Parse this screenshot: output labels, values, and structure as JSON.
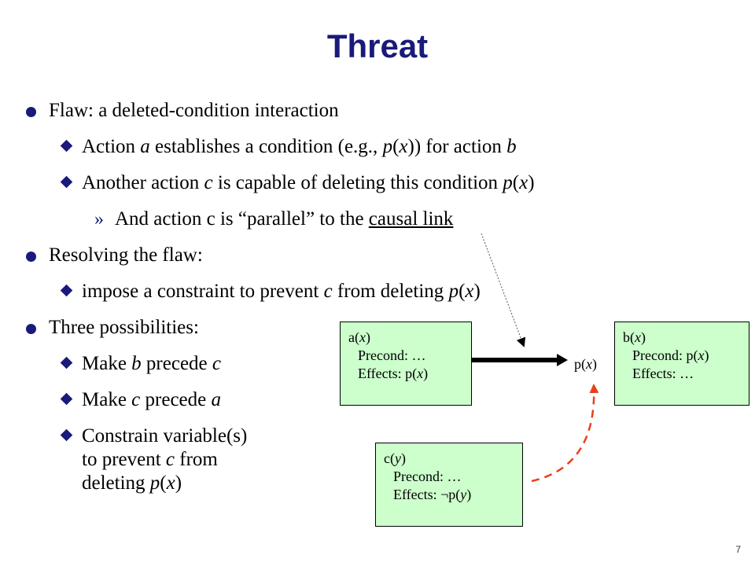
{
  "title": "Threat",
  "bullets": {
    "b1": "Flaw: a deleted-condition interaction",
    "b1a": {
      "pre": "Action ",
      "a": "a",
      "mid1": " establishes a condition (e.g., ",
      "p": "p",
      "lp": "(",
      "x": "x",
      "rp": "))",
      "mid2": " for action ",
      "b": "b"
    },
    "b1b": {
      "pre": "Another action ",
      "c": "c",
      "mid": " is capable of deleting this condition ",
      "p": "p",
      "lp": "(",
      "x": "x",
      "rp": ")"
    },
    "b1b1": {
      "pre": "And action c is “parallel” to the ",
      "link": "causal link"
    },
    "b2": "Resolving the flaw:",
    "b2a": {
      "pre": "impose a constraint to prevent ",
      "c": "c",
      "mid": " from deleting ",
      "p": "p",
      "lp": "(",
      "x": "x",
      "rp": ")"
    },
    "b3": "Three possibilities:",
    "b3a": {
      "pre": "Make ",
      "b": "b",
      "mid": " precede ",
      "c": "c"
    },
    "b3b": {
      "pre": "Make ",
      "c": "c",
      "mid": " precede ",
      "a": "a"
    },
    "b3c": {
      "l1": "Constrain variable(s)",
      "l2pre": "to prevent ",
      "c": "c",
      "l2post": " from",
      "l3pre": "deleting ",
      "p": "p",
      "lp": "(",
      "x": "x",
      "rp": ")"
    }
  },
  "diagram": {
    "a_box": {
      "name": "a",
      "arg": "x",
      "precond": "Precond: …",
      "effects_pre": "Effects: p(",
      "effects_arg": "x",
      "effects_post": ")"
    },
    "b_box": {
      "name": "b",
      "arg": "x",
      "precond_pre": "Precond: p(",
      "precond_arg": "x",
      "precond_post": ")",
      "effects": "Effects: …"
    },
    "c_box": {
      "name": "c",
      "arg": "y",
      "precond": "Precond: …",
      "effects_pre": "Effects: ¬p(",
      "effects_arg": "y",
      "effects_post": ")"
    },
    "link_label": {
      "pre": "p(",
      "arg": "x",
      "post": ")"
    },
    "colors": {
      "box_fill": "#ccffcc",
      "threat_arrow": "#e8401c",
      "title": "#1a1a7a"
    }
  },
  "page_number": "7"
}
